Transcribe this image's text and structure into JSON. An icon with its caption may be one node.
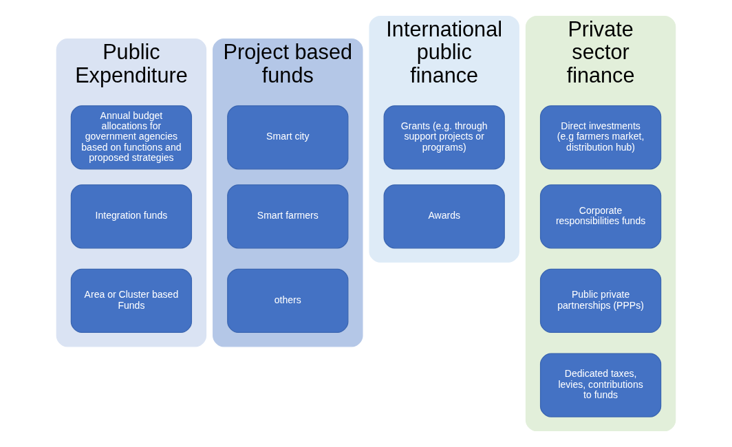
{
  "diagram": {
    "nodes": [
      {
        "text": [
          "Public Expenditure"
        ]
      },
      {
        "text": [
          "Annual budget allocations for government agencies based on functions and proposed strategies"
        ],
        "in": 0
      },
      {
        "text": [
          "Integration funds"
        ],
        "in": 0
      },
      {
        "text": [
          "Area or Cluster based Funds"
        ],
        "in": 0
      },
      {
        "text": [
          "Project based funds"
        ]
      },
      {
        "text": [
          "Smart city"
        ],
        "in": 4
      },
      {
        "text": [
          "Smart farmers"
        ],
        "in": 4
      },
      {
        "text": [
          "others"
        ],
        "in": 4
      },
      {
        "text": [
          "International public finance"
        ]
      },
      {
        "text": [
          "Grants (e.g. through support projects or programs)"
        ],
        "in": 8
      },
      {
        "text": [
          "Awards"
        ],
        "in": 8
      },
      {
        "text": [
          "Private sector finance"
        ]
      },
      {
        "text": [
          "Direct investments (e.g farmers market, distribution hub)"
        ],
        "in": 11
      },
      {
        "text": [
          "Corporate responsibilities funds"
        ],
        "in": 11
      },
      {
        "text": [
          "Public private partnerships (PPPs)"
        ],
        "in": 11
      },
      {
        "text": [
          "Dedicated taxes, levies, contributions to funds"
        ],
        "in": 11
      }
    ]
  }
}
